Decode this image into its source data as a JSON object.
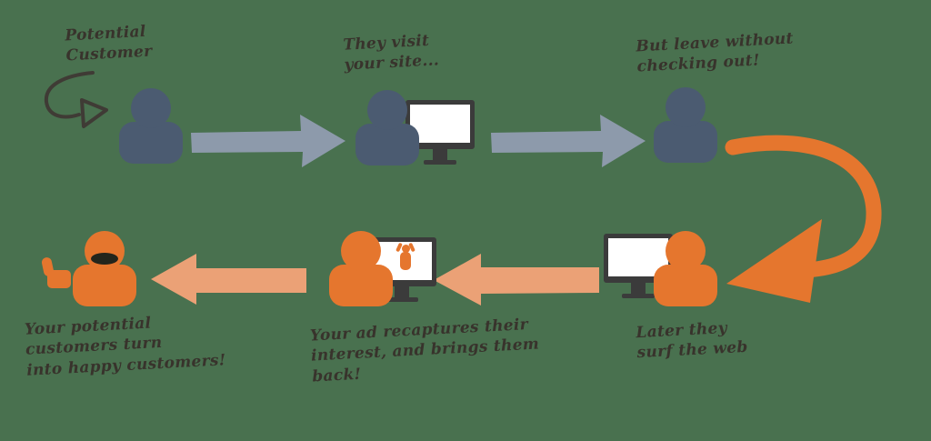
{
  "diagram": {
    "name": "retargeting-flow",
    "background_color": "#49714f",
    "palette": {
      "dark_person": "#4b5b71",
      "gray_arrow": "#8d9aab",
      "orange": "#e5762e",
      "salmon_arrow": "#eba176",
      "monitor_frame": "#3b3b3b",
      "monitor_screen": "#ffffff",
      "handwriting_text": "#38332c",
      "sketch_arrow": "#3f3b35"
    },
    "steps": [
      {
        "id": "potential-customer",
        "caption": "Potential\nCustomer",
        "icon": "person-icon"
      },
      {
        "id": "visit-site",
        "caption": "They visit\nyour site...",
        "icon": "person-at-computer-icon"
      },
      {
        "id": "leave-without-checkout",
        "caption": "But leave without\nchecking out!",
        "icon": "person-icon"
      },
      {
        "id": "surf-web",
        "caption": "Later they\nsurf the web",
        "icon": "person-at-computer-icon"
      },
      {
        "id": "ad-recaptures",
        "caption": "Your ad recaptures their\ninterest, and brings them\nback!",
        "icon": "person-at-computer-with-ad-icon"
      },
      {
        "id": "happy-customers",
        "caption": "Your potential\ncustomers turn\ninto happy customers!",
        "icon": "happy-person-thumbs-up-icon"
      }
    ],
    "connectors": [
      {
        "id": "sketch-arrow",
        "style": "hand-drawn",
        "color": "#3f3b35",
        "direction": "right"
      },
      {
        "id": "flow-arrow-1",
        "color": "#8d9aab",
        "direction": "right"
      },
      {
        "id": "flow-arrow-2",
        "color": "#8d9aab",
        "direction": "right"
      },
      {
        "id": "curved-return-arrow",
        "color": "#e5762e",
        "direction": "down-left"
      },
      {
        "id": "flow-arrow-3",
        "color": "#eba176",
        "direction": "left"
      },
      {
        "id": "flow-arrow-4",
        "color": "#eba176",
        "direction": "left"
      }
    ]
  }
}
